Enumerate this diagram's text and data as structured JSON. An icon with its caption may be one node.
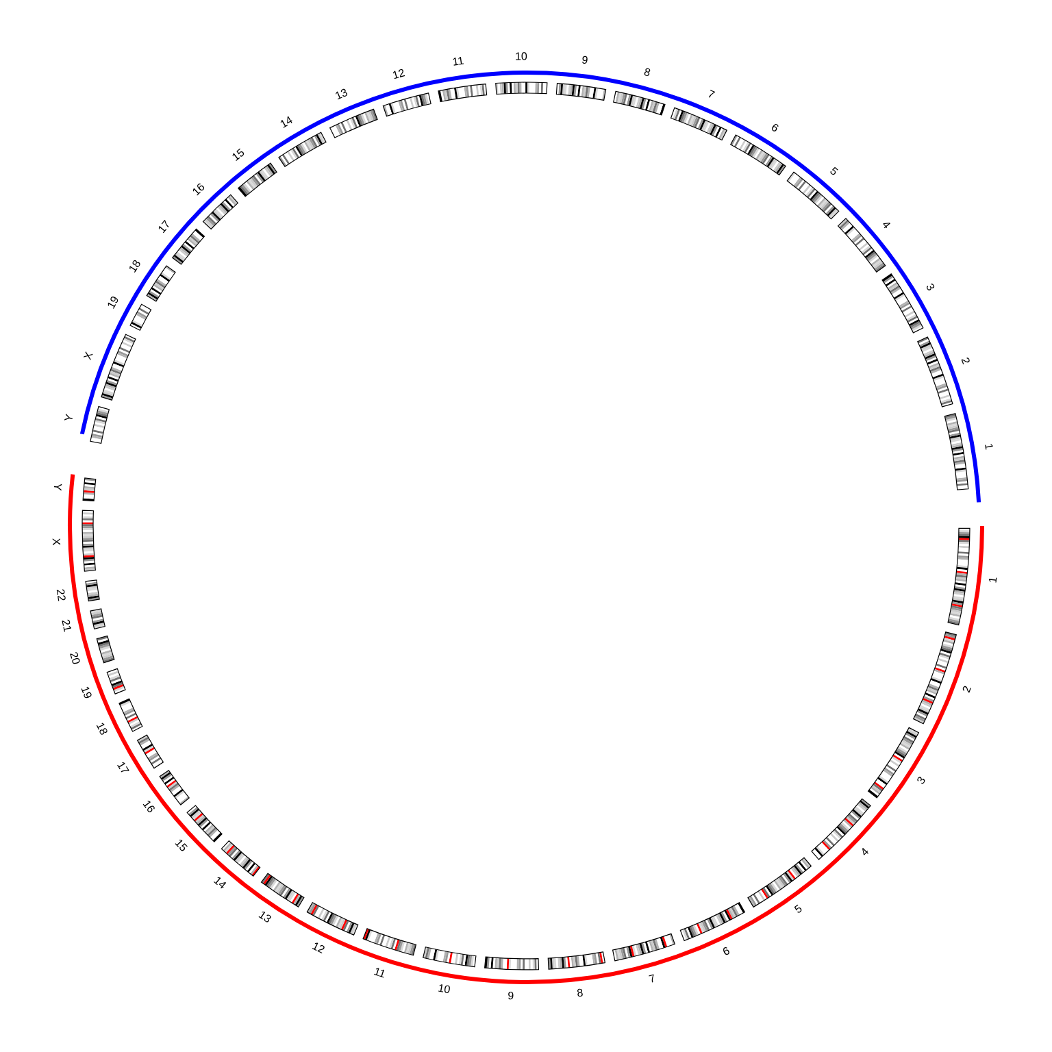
{
  "diagram": {
    "labels": [
      "1",
      "2",
      "3",
      "4",
      "5",
      "6",
      "7",
      "8",
      "9",
      "10",
      "11",
      "12",
      "13",
      "14",
      "15",
      "16",
      "17",
      "18",
      "19",
      "X",
      "Y",
      "1",
      "2",
      "3",
      "4",
      "5",
      "6",
      "7",
      "8",
      "9",
      "10",
      "11",
      "12",
      "13",
      "14",
      "15",
      "16",
      "17",
      "18",
      "19",
      "20",
      "21",
      "22",
      "X",
      "Y"
    ]
  }
}
